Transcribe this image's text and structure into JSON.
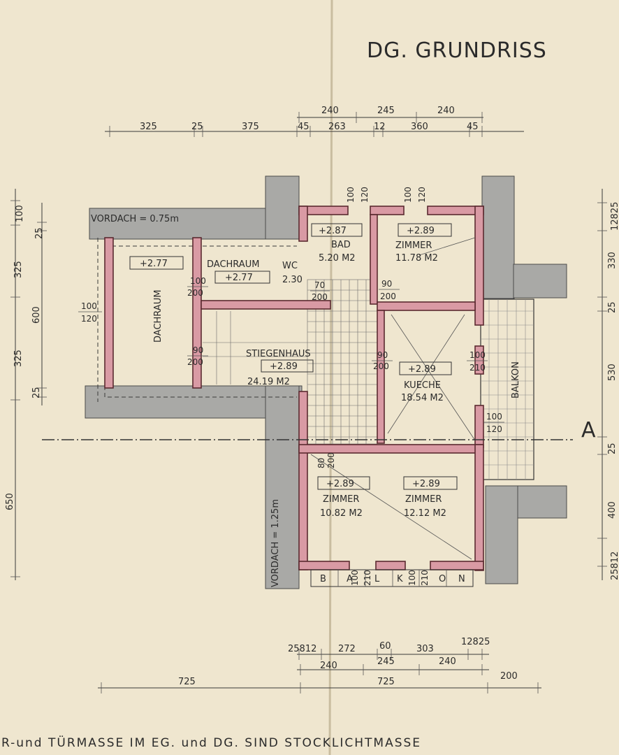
{
  "title": "DG. GRUNDRISS",
  "footer_note": "R-und TÜRMASSE IM EG. und DG. SIND STOCKLICHTMASSE",
  "section_marker": "A",
  "colors": {
    "paper": "#efe6cf",
    "wall_red": "#d99aa4",
    "wall_grey": "#a9a9a6",
    "line": "#2b2b2b"
  },
  "vordach_top": "VORDACH = 0.75m",
  "vordach_side": "VORDACH = 1.25m",
  "balkon": "BALKON",
  "rooms": {
    "dachraum_left": {
      "name": "DACHRAUM",
      "height": "+2.77"
    },
    "dachraum_mid": {
      "name": "DACHRAUM",
      "height": "+2.77"
    },
    "wc": {
      "name": "WC",
      "area": "2.30"
    },
    "bad": {
      "name": "BAD",
      "height": "+2.87",
      "area": "5.20 M2"
    },
    "zimmer_ne": {
      "name": "ZIMMER",
      "height": "+2.89",
      "area": "11.78 M2"
    },
    "stiegenhaus": {
      "name": "STIEGENHAUS",
      "height": "+2.89",
      "area": "24.19 M2"
    },
    "kueche": {
      "name": "KUECHE",
      "height": "+2.89",
      "area": "18.54 M2"
    },
    "zimmer_sw": {
      "name": "ZIMMER",
      "height": "+2.89",
      "area": "10.82 M2"
    },
    "zimmer_se": {
      "name": "ZIMMER",
      "height": "+2.89",
      "area": "12.12 M2"
    }
  },
  "openings": {
    "o1": [
      "100",
      "200"
    ],
    "o2": [
      "70",
      "200"
    ],
    "o3": [
      "90",
      "200"
    ],
    "o4": [
      "100",
      "120"
    ],
    "o5": [
      "90",
      "200"
    ],
    "o6": [
      "90",
      "200"
    ],
    "o7": [
      "100",
      "210"
    ],
    "o8": [
      "100",
      "120"
    ],
    "o9": [
      "80",
      "200"
    ],
    "o10": [
      "100",
      "210"
    ],
    "o11": [
      "100",
      "210"
    ],
    "top_w1": [
      "100",
      "120"
    ],
    "top_w2": [
      "100",
      "120"
    ]
  },
  "legend_cells": [
    "B",
    "A",
    "L",
    "K",
    "O",
    "N"
  ],
  "dims": {
    "top_row1": [
      "240",
      "245",
      "240"
    ],
    "top_row2": [
      "325",
      "25",
      "375",
      "45",
      "263",
      "12",
      "360",
      "45"
    ],
    "left": [
      "100",
      "25",
      "325",
      "600",
      "325",
      "25",
      "650"
    ],
    "right": [
      "12825",
      "330",
      "25",
      "530",
      "25",
      "400",
      "25812"
    ],
    "bottom_row1": [
      "25812",
      "272",
      "60",
      "303",
      "12825"
    ],
    "bottom_row2": [
      "240",
      "245",
      "240"
    ],
    "bottom_row3": [
      "725",
      "725",
      "200"
    ]
  }
}
